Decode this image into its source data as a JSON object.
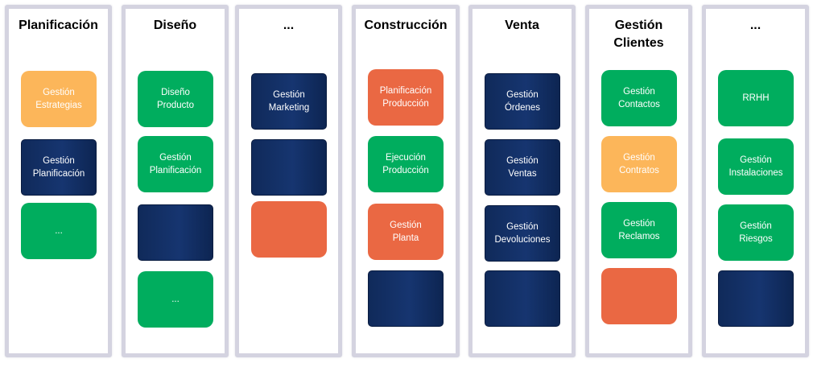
{
  "colors": {
    "green": "#00ad5e",
    "orange": "#fcb65a",
    "red": "#ea6843",
    "navy": "#12306a",
    "column_border": "#d4d3e0"
  },
  "columns": [
    {
      "title": "Planificación",
      "cards": [
        {
          "label": "Gestión\nEstrategias",
          "color": "orange"
        },
        {
          "label": "Gestión\nPlanificación",
          "color": "navy"
        },
        {
          "label": "...",
          "color": "green"
        }
      ]
    },
    {
      "title": "Diseño",
      "cards": [
        {
          "label": "Diseño\nProducto",
          "color": "green"
        },
        {
          "label": "Gestión\nPlanificación",
          "color": "green"
        },
        {
          "label": "",
          "color": "navy"
        },
        {
          "label": "...",
          "color": "green"
        }
      ]
    },
    {
      "title": "...",
      "cards": [
        {
          "label": "Gestión\nMarketing",
          "color": "navy"
        },
        {
          "label": "",
          "color": "navy"
        },
        {
          "label": "",
          "color": "red"
        }
      ]
    },
    {
      "title": "Construcción",
      "cards": [
        {
          "label": "Planificación\nProducción",
          "color": "red"
        },
        {
          "label": "Ejecución\nProducción",
          "color": "green"
        },
        {
          "label": "Gestión\nPlanta",
          "color": "red"
        },
        {
          "label": "",
          "color": "navy"
        }
      ]
    },
    {
      "title": "Venta",
      "cards": [
        {
          "label": "Gestión\nÓrdenes",
          "color": "navy"
        },
        {
          "label": "Gestión\nVentas",
          "color": "navy"
        },
        {
          "label": "Gestión\nDevoluciones",
          "color": "navy"
        },
        {
          "label": "",
          "color": "navy"
        }
      ]
    },
    {
      "title": "Gestión\nClientes",
      "cards": [
        {
          "label": "Gestión\nContactos",
          "color": "green"
        },
        {
          "label": "Gestión\nContratos",
          "color": "orange"
        },
        {
          "label": "Gestión\nReclamos",
          "color": "green"
        },
        {
          "label": "",
          "color": "red"
        }
      ]
    },
    {
      "title": "...",
      "cards": [
        {
          "label": "RRHH",
          "color": "green"
        },
        {
          "label": "Gestión\nInstalaciones",
          "color": "green"
        },
        {
          "label": "Gestión\nRiesgos",
          "color": "green"
        },
        {
          "label": "",
          "color": "navy"
        }
      ]
    }
  ]
}
